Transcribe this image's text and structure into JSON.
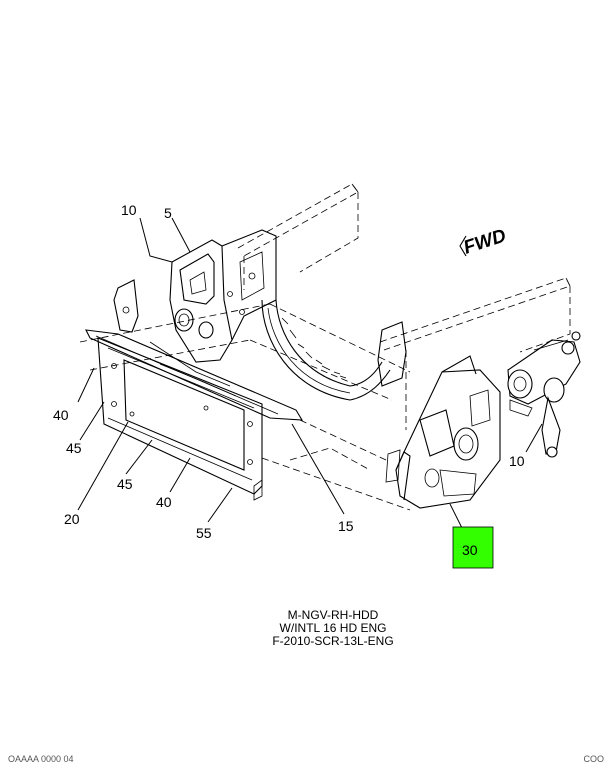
{
  "fwd_label": "FWD",
  "highlight_color": "#33ff00",
  "callouts": {
    "c10_top": "10",
    "c5": "5",
    "c40_left": "40",
    "c45_left": "45",
    "c20": "20",
    "c45_mid": "45",
    "c40_mid": "40",
    "c55": "55",
    "c15": "15",
    "c10_right": "10",
    "c30": "30"
  },
  "caption": {
    "line1": "M-NGV-RH-HDD",
    "line2": "W/INTL 16 HD ENG",
    "line3": "F-2010-SCR-13L-ENG"
  },
  "footer": {
    "left": "OAAAA 0000 04",
    "right": "COO"
  }
}
